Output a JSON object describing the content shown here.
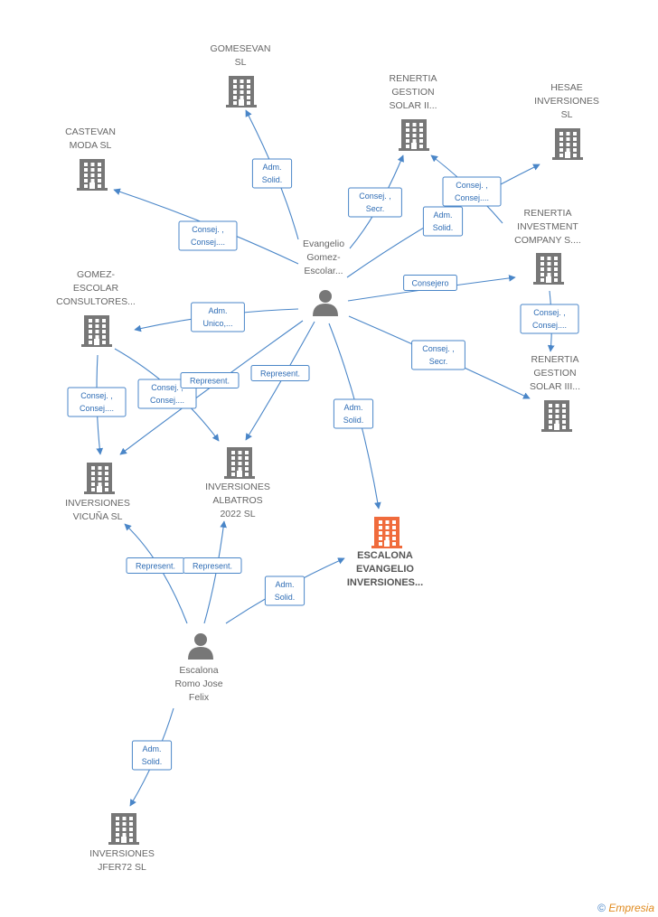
{
  "colors": {
    "edge": "#4a86c8",
    "building": "#777777",
    "building_main": "#f06b3c",
    "person": "#777777"
  },
  "nodes": [
    {
      "id": "gomesevan",
      "type": "company",
      "label": [
        "GOMESEVAN",
        "SL"
      ]
    },
    {
      "id": "renertia_gestion_ii",
      "type": "company",
      "label": [
        "RENERTIA",
        "GESTION",
        "SOLAR II..."
      ]
    },
    {
      "id": "hesae",
      "type": "company",
      "label": [
        "HESAE",
        "INVERSIONES",
        "SL"
      ]
    },
    {
      "id": "castevan",
      "type": "company",
      "label": [
        "CASTEVAN",
        "MODA  SL"
      ]
    },
    {
      "id": "renertia_investment",
      "type": "company",
      "label": [
        "RENERTIA",
        "INVESTMENT",
        "COMPANY S...."
      ]
    },
    {
      "id": "evangelio",
      "type": "person",
      "label": [
        "Evangelio",
        "Gomez-",
        "Escolar..."
      ]
    },
    {
      "id": "gomez_escolar",
      "type": "company",
      "label": [
        "GOMEZ-",
        "ESCOLAR",
        "CONSULTORES..."
      ]
    },
    {
      "id": "renertia_gestion_iii",
      "type": "company",
      "label": [
        "RENERTIA",
        "GESTION",
        "SOLAR III..."
      ]
    },
    {
      "id": "vicuna",
      "type": "company",
      "label": [
        "INVERSIONES",
        "VICUÑA  SL"
      ]
    },
    {
      "id": "albatros",
      "type": "company",
      "label": [
        "INVERSIONES",
        "ALBATROS",
        "2022  SL"
      ]
    },
    {
      "id": "escalona_evangelio",
      "type": "company",
      "main": true,
      "label": [
        "ESCALONA",
        "EVANGELIO",
        "INVERSIONES..."
      ]
    },
    {
      "id": "escalona_romo",
      "type": "person",
      "label": [
        "Escalona",
        "Romo Jose",
        "Felix"
      ]
    },
    {
      "id": "jfer72",
      "type": "company",
      "label": [
        "INVERSIONES",
        "JFER72  SL"
      ]
    }
  ],
  "edges": [
    {
      "from": "evangelio",
      "to": "gomesevan",
      "label": [
        "Adm.",
        "Solid."
      ]
    },
    {
      "from": "evangelio",
      "to": "renertia_gestion_ii",
      "label": [
        "Consej. ,",
        "Secr."
      ]
    },
    {
      "from": "renertia_investment",
      "to": "renertia_gestion_ii",
      "label": [
        "Consej. ,",
        "Consej...."
      ]
    },
    {
      "from": "evangelio",
      "to": "hesae",
      "label": [
        "Adm.",
        "Solid."
      ]
    },
    {
      "from": "evangelio",
      "to": "castevan",
      "label": [
        "Consej. ,",
        "Consej...."
      ]
    },
    {
      "from": "evangelio",
      "to": "renertia_investment",
      "label": [
        "Consejero"
      ]
    },
    {
      "from": "renertia_investment",
      "to": "renertia_gestion_iii",
      "label": [
        "Consej. ,",
        "Consej...."
      ]
    },
    {
      "from": "evangelio",
      "to": "gomez_escolar",
      "label": [
        "Adm.",
        "Unico,..."
      ]
    },
    {
      "from": "evangelio",
      "to": "renertia_gestion_iii",
      "label": [
        "Consej. ,",
        "Secr."
      ]
    },
    {
      "from": "gomez_escolar",
      "to": "vicuna",
      "label": [
        "Consej. ,",
        "Consej...."
      ]
    },
    {
      "from": "gomez_escolar",
      "to": "albatros",
      "label": [
        "Consej. ,",
        "Consej...."
      ]
    },
    {
      "from": "evangelio",
      "to": "vicuna",
      "label": [
        "Represent."
      ]
    },
    {
      "from": "evangelio",
      "to": "albatros",
      "label": [
        "Represent."
      ]
    },
    {
      "from": "evangelio",
      "to": "escalona_evangelio",
      "label": [
        "Adm.",
        "Solid."
      ]
    },
    {
      "from": "escalona_romo",
      "to": "vicuna",
      "label": [
        "Represent."
      ]
    },
    {
      "from": "escalona_romo",
      "to": "albatros",
      "label": [
        "Represent."
      ]
    },
    {
      "from": "escalona_romo",
      "to": "escalona_evangelio",
      "label": [
        "Adm.",
        "Solid."
      ]
    },
    {
      "from": "escalona_romo",
      "to": "jfer72",
      "label": [
        "Adm.",
        "Solid."
      ]
    }
  ],
  "watermark": {
    "copyright": "©",
    "brand": "Empresia"
  }
}
